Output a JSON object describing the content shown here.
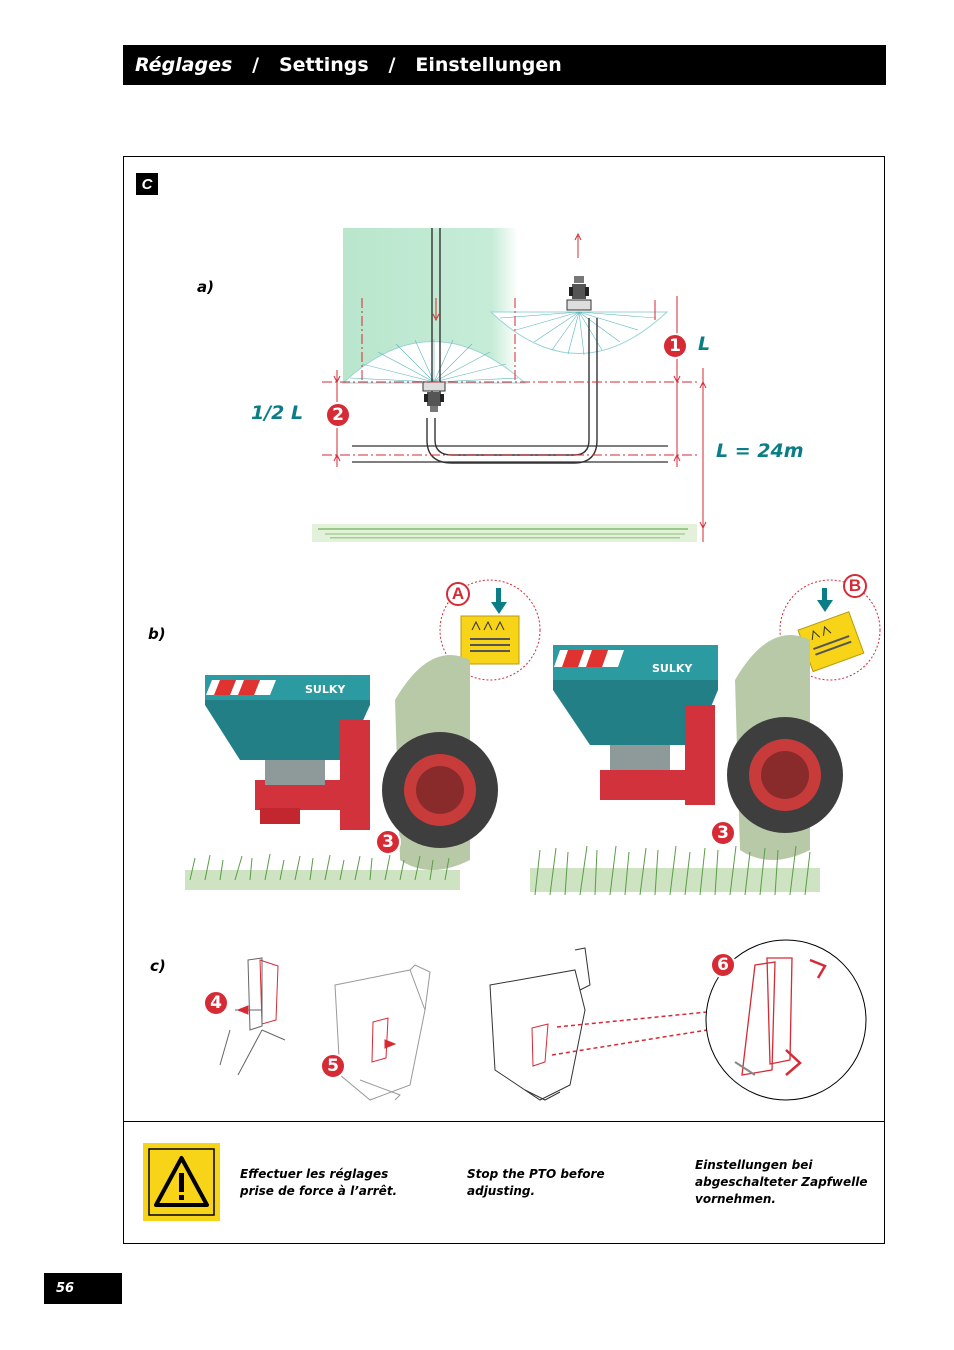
{
  "header": {
    "title_fr": "Réglages",
    "separator": "/",
    "title_en": "Settings",
    "title_de": "Einstellungen"
  },
  "section": {
    "letter": "C"
  },
  "subsections": {
    "a": "a)",
    "b": "b)",
    "c": "c)"
  },
  "diagram_a": {
    "label_half": "1/2 L",
    "label_l": "L",
    "label_width": "L = 24m",
    "badge_1": "1",
    "badge_2": "2"
  },
  "diagram_b": {
    "badge_a": "A",
    "badge_b": "B",
    "badge_3_left": "3",
    "badge_3_right": "3",
    "brand": "SULKY"
  },
  "diagram_c": {
    "badge_4": "4",
    "badge_5": "5",
    "badge_6": "6"
  },
  "warning": {
    "text_fr": "Effectuer les réglages\nprise de force à l’arrêt.",
    "text_en": "Stop the PTO before\nadjusting.",
    "text_de": "Einstellungen bei\nabgeschalteter Zapfwelle\nvornehmen."
  },
  "page_number": "56",
  "colors": {
    "accent_teal": "#0b7d86",
    "accent_red": "#d62a35",
    "field_green": "#b9e6cd",
    "warning_yellow": "#f7d417"
  }
}
